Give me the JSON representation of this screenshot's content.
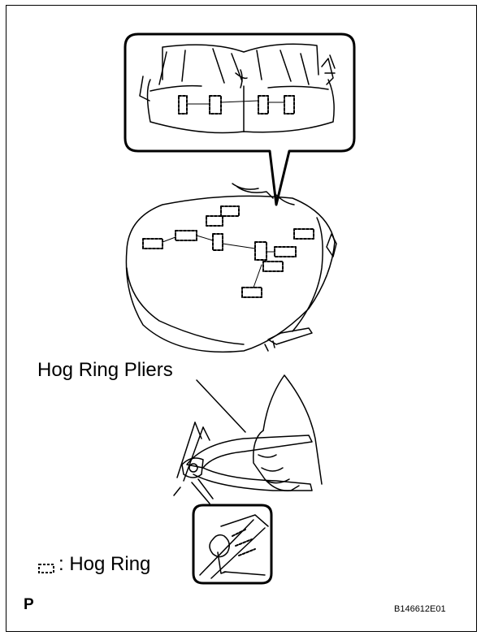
{
  "labels": {
    "hog_ring_pliers": "Hog Ring Pliers",
    "legend_text": ": Hog Ring",
    "page_letter": "P",
    "figure_code": "B146612E01"
  },
  "icons": {
    "legend_symbol": "hog-ring-symbol"
  },
  "colors": {
    "line": "#000000",
    "background": "#ffffff"
  }
}
